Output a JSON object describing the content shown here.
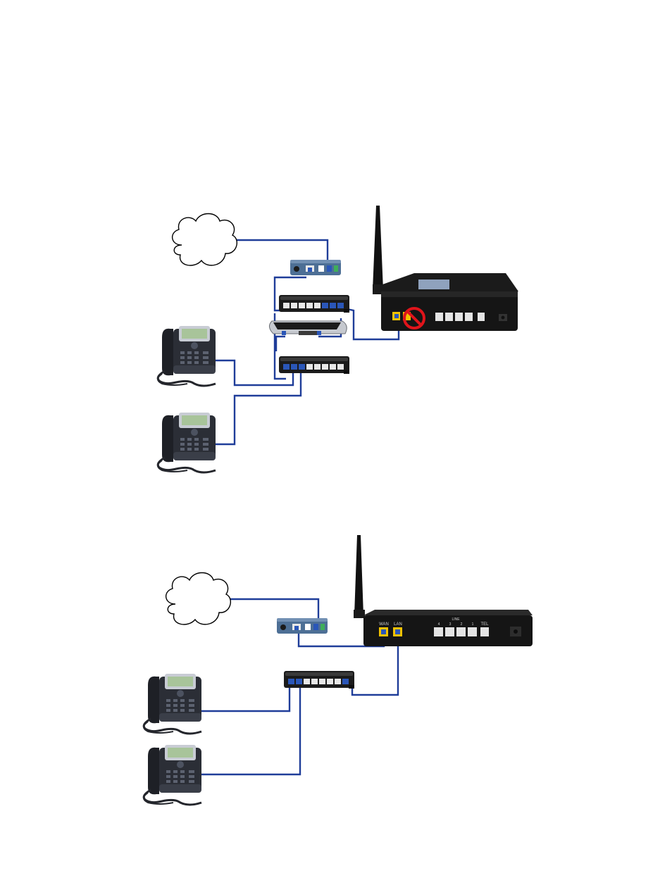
{
  "colors": {
    "cable": "#1f3d99",
    "device_body": "#1b1b1b",
    "device_dark": "#0d0d0d",
    "modem_body": "#4d6f95",
    "port_blue": "#2a56b8",
    "port_yellow": "#f2c200",
    "prohibited": "#e0141b",
    "phone_body": "#2b2e36",
    "phone_screen": "#a8c49a",
    "label_gray": "#cfcfcf"
  },
  "router_port_labels": {
    "wan": "WAN",
    "lan": "LAN",
    "line": "LINE",
    "tel": "TEL",
    "line_numbers": [
      "4",
      "3",
      "2",
      "1"
    ]
  },
  "diagram_top": {
    "cloud": "cloud-icon",
    "devices": [
      "broadband-modem",
      "ethernet-switch",
      "existing-router",
      "ethernet-switch",
      "ip-phone",
      "ip-phone",
      "voip-router"
    ],
    "wan_port_blocked": true
  },
  "diagram_bottom": {
    "cloud": "cloud-icon",
    "devices": [
      "broadband-modem",
      "voip-router",
      "ethernet-switch",
      "ip-phone",
      "ip-phone"
    ],
    "wan_port_blocked": false
  }
}
